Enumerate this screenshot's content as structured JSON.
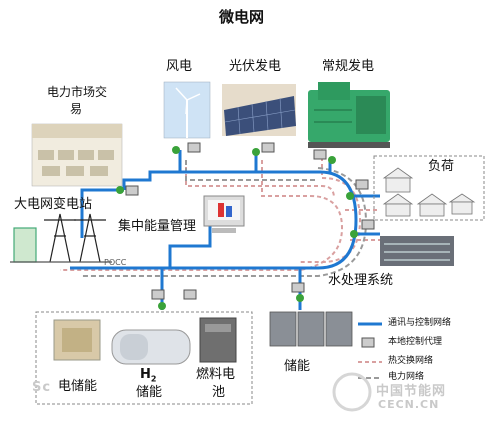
{
  "title": "微电网",
  "sources": {
    "wind": "风电",
    "solar": "光伏发电",
    "conventional": "常规发电"
  },
  "market": {
    "line1": "电力市场交",
    "line2": "易"
  },
  "grid_substation": "大电网变电站",
  "energy_management": "集中能量管理",
  "pocc": "POCC",
  "load": "负荷",
  "water_treatment": "水处理系统",
  "storage": "储能",
  "bottom_group": {
    "battery": "电储能",
    "h2_symbol": "H",
    "h2_sub": "2",
    "h2_label": "储能",
    "fuel_cell_line1": "燃料电",
    "fuel_cell_line2": "池"
  },
  "legend": {
    "comm": "通讯与控制网络",
    "agent": "本地控制代理",
    "heat": "热交换网络",
    "grid": "电力网络"
  },
  "watermark": {
    "left": "Sc",
    "right_line1": "中国节能网",
    "right_line2": "CECN.CN"
  },
  "colors": {
    "comm_line": "#1f78d1",
    "heat_line": "#d9a0a0",
    "agent_node": "#3aa23a"
  }
}
